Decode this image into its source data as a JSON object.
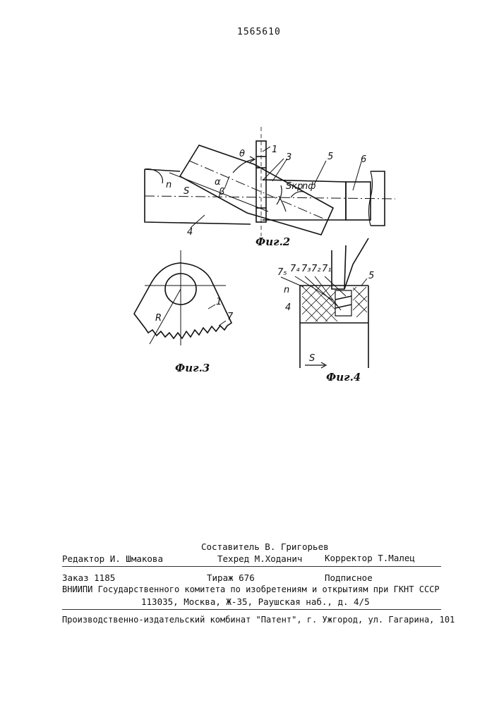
{
  "patent_number": "1565610",
  "figures": {
    "fig2": {
      "caption": "Фиг.2",
      "labels": {
        "n": "n",
        "S": "S",
        "alpha": "α",
        "beta": "β",
        "theta": "θ",
        "one": "1",
        "three": "3",
        "five": "5",
        "six": "6",
        "four": "4",
        "s_kr": "Sкр",
        "n_f": "nф"
      }
    },
    "fig3": {
      "caption": "Фиг.3",
      "labels": {
        "R": "R",
        "one": "1",
        "seven": "7"
      }
    },
    "fig4": {
      "caption": "Фиг.4",
      "labels": {
        "seven5": "7₅",
        "seven4": "7₄",
        "seven3": "7₃",
        "seven2": "7₂",
        "seven1": "7₁",
        "five": "5",
        "n": "n",
        "four": "4",
        "S": "S"
      }
    }
  },
  "imprint": {
    "compiler": "Составитель  В. Григорьев",
    "editor": "Редактор И. Шмакова",
    "techred": "Техред М.Ходанич",
    "corrector": "Корректор Т.Малец",
    "order": "Заказ 1185",
    "circulation": "Тираж 676",
    "subscription": "Подписное",
    "org": "ВНИИПИ Государственного комитета по изобретениям и открытиям при ГКНТ СССР",
    "address": "113035, Москва, Ж-35, Раушская наб., д. 4/5",
    "plant": "Производственно-издательский комбинат \"Патент\", г. Ужгород, ул. Гагарина, 101"
  }
}
